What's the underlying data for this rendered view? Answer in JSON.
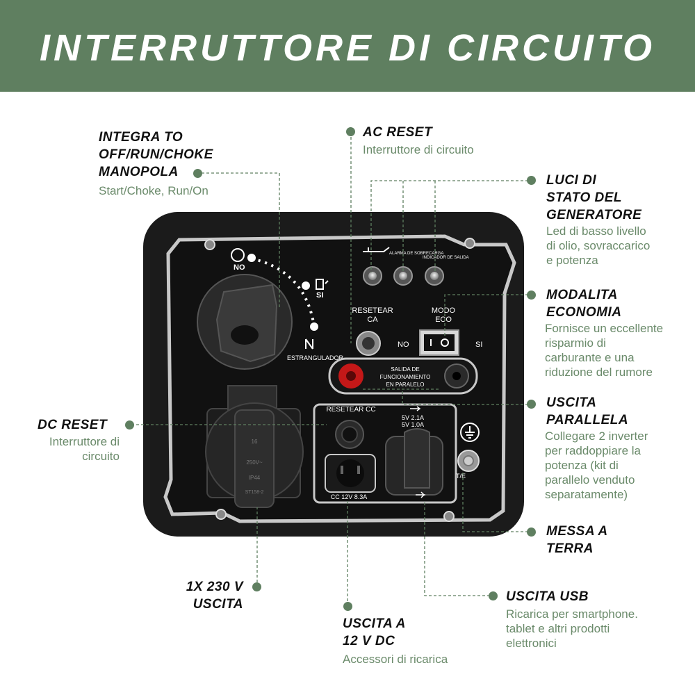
{
  "header": {
    "title": "INTERRUTTORE DI CIRCUITO"
  },
  "callouts": {
    "knob": {
      "title_lines": [
        "INTEGRA TO",
        "OFF/RUN/CHOKE",
        "MANOPOLA"
      ],
      "desc": "Start/Choke, Run/On"
    },
    "ac_reset": {
      "title": "AC RESET",
      "desc": "Interruttore di circuito"
    },
    "lights": {
      "title_lines": [
        "LUCI DI",
        "STATO DEL",
        "GENERATORE"
      ],
      "desc_lines": [
        "Led di basso livello",
        "di olio, sovraccarico",
        "e potenza"
      ]
    },
    "eco": {
      "title_lines": [
        "MODALITA",
        "ECONOMIA"
      ],
      "desc_lines": [
        "Fornisce un eccellente",
        "risparmio di",
        "carburante e una",
        "riduzione del rumore"
      ]
    },
    "parallel": {
      "title_lines": [
        "USCITA",
        "PARALLELA"
      ],
      "desc_lines": [
        "Collegare 2 inverter",
        "per raddoppiare la",
        "potenza (kit di",
        "parallelo venduto",
        "separatamente)"
      ]
    },
    "dc_reset": {
      "title": "DC RESET",
      "desc_lines": [
        "Interruttore di",
        "circuito"
      ]
    },
    "ground": {
      "title_lines": [
        "MESSA A",
        "TERRA"
      ]
    },
    "out230": {
      "title_lines": [
        "1X 230 V",
        "USCITA"
      ]
    },
    "usb": {
      "title": "USCITA USB",
      "desc_lines": [
        "Ricarica per smartphone.",
        "tablet e altri prodotti",
        "elettronici"
      ]
    },
    "dc12": {
      "title_lines": [
        "USCITA A",
        "12 V DC"
      ],
      "desc": "Accessori di ricarica"
    }
  },
  "panel": {
    "knob_no": "NO",
    "knob_si": "SI",
    "knob_choke": "ESTRANGULADOR",
    "led_labels": [
      "ALARMA DE SOBRECARGA",
      "INDICADOR DE SALIDA"
    ],
    "ac_reset_label_lines": [
      "RESETEAR",
      "CA"
    ],
    "eco_label_lines": [
      "MODO",
      "ECO"
    ],
    "eco_no": "NO",
    "eco_si": "SI",
    "parallel_label_lines": [
      "SALIDA DE",
      "FUNCIONAMIENTO",
      "EN PARALELO"
    ],
    "dc_reset_label": "RESETEAR CC",
    "usb_spec_lines": [
      "5V  2.1A",
      "5V  1.0A"
    ],
    "dc_spec": "CC 12V 8.3A",
    "socket_texts": [
      "16",
      "250V~",
      "IP44",
      "ST158-2"
    ],
    "ground_label": "T/E",
    "colors": {
      "accent": "#5f7f60",
      "desc_text": "#6a8a6a",
      "panel": "#1b1b1b"
    }
  }
}
